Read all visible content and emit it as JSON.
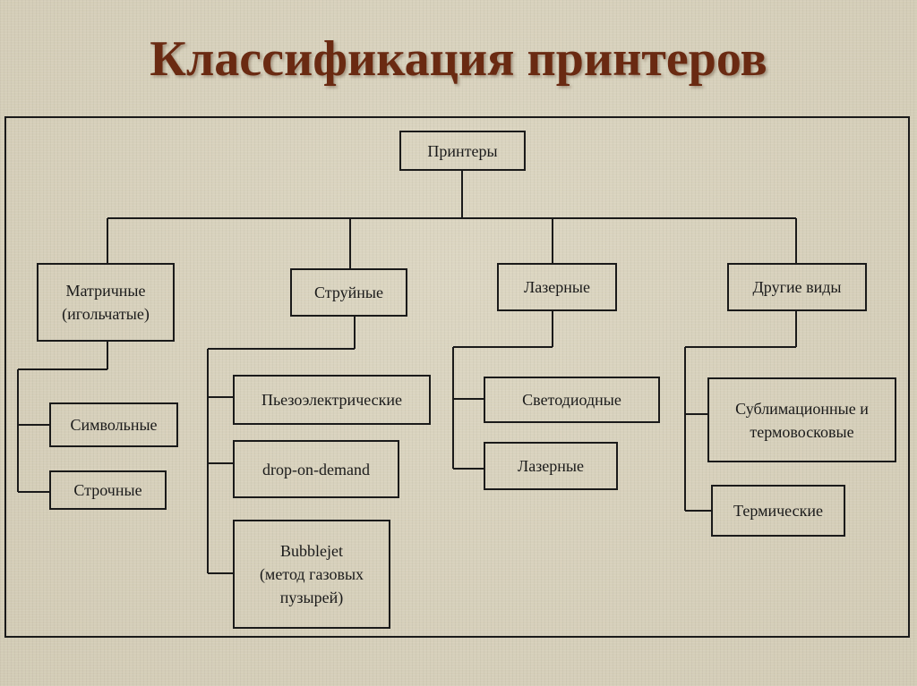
{
  "title": "Классификация принтеров",
  "diagram": {
    "root": "Принтеры",
    "categories": [
      {
        "label": "Матричные\n(игольчатые)",
        "children": [
          "Символьные",
          "Строчные"
        ]
      },
      {
        "label": "Струйные",
        "children": [
          "Пьезоэлектрические",
          "drop-on-demand",
          "Bubblejet\n(метод газовых\nпузырей)"
        ]
      },
      {
        "label": "Лазерные",
        "children": [
          "Светодиодные",
          "Лазерные"
        ]
      },
      {
        "label": "Другие виды",
        "children": [
          "Сублимационные и\nтермовосковые",
          "Термические"
        ]
      }
    ]
  },
  "colors": {
    "title": "#6a2a12",
    "background": "#d8d2bd",
    "lines": "#1a1a1a"
  }
}
